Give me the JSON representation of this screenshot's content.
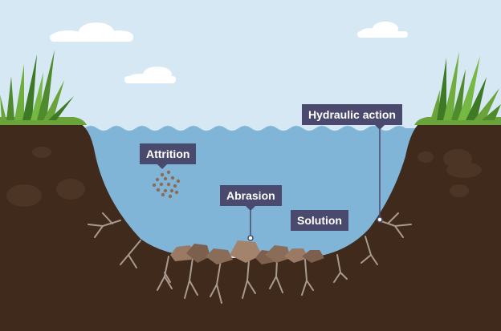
{
  "labels": {
    "hydraulic_action": "Hydraulic action",
    "attrition": "Attrition",
    "abrasion": "Abrasion",
    "solution": "Solution"
  },
  "colors": {
    "sky": "#d6e8f3",
    "water": "#80b5d8",
    "soil": "#3f2a1c",
    "grass": "#6aa339",
    "label_bg": "#4a4a6e",
    "rock": "#9a7a64",
    "root": "#a89a8e"
  }
}
